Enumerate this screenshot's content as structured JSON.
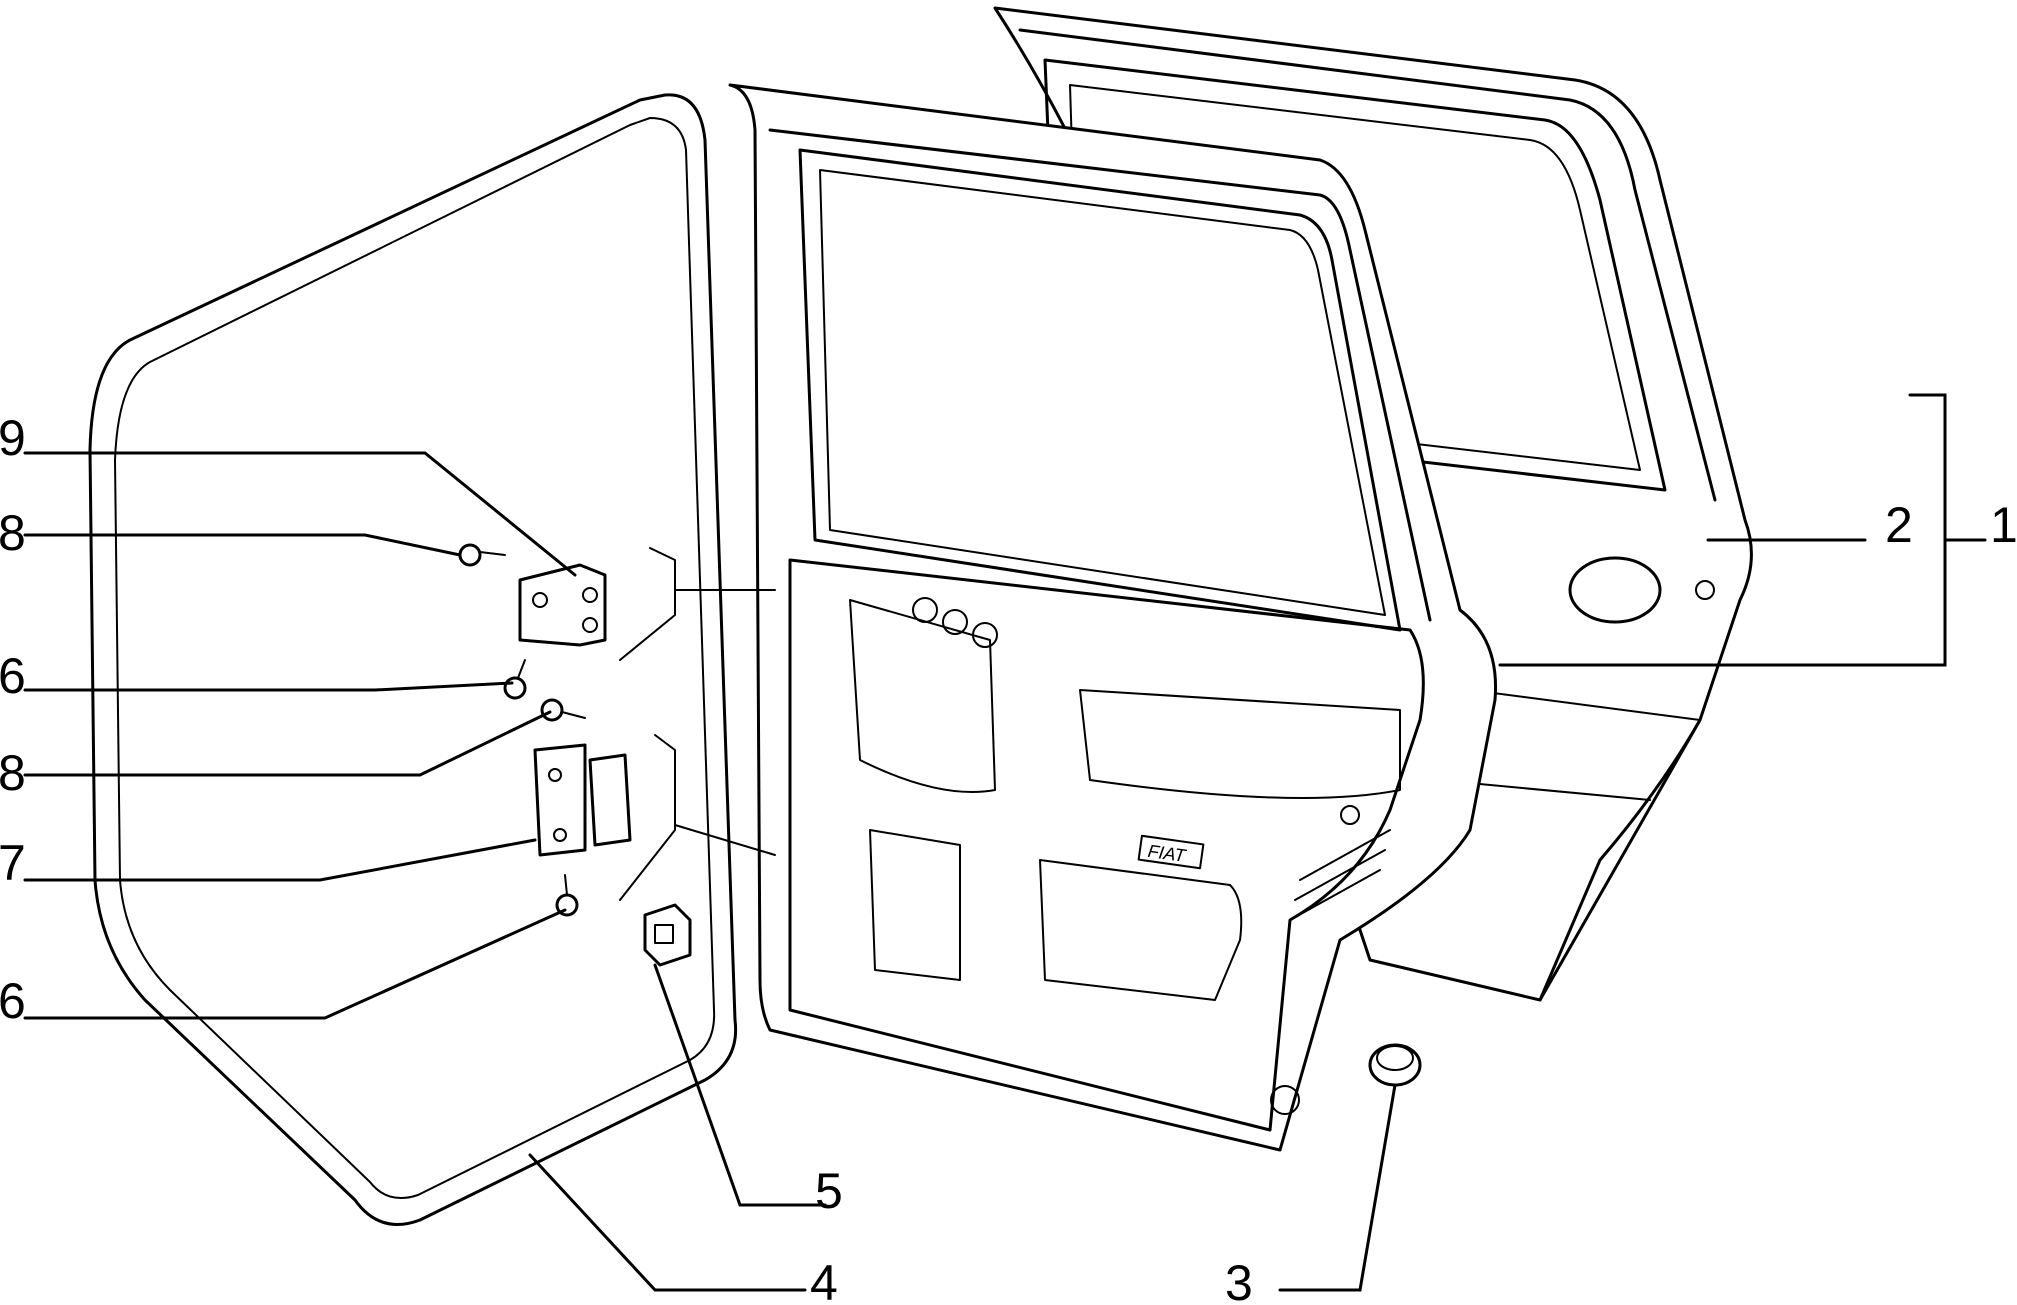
{
  "callouts": {
    "c1": "1",
    "c2": "2",
    "c3": "3",
    "c4": "4",
    "c5": "5",
    "c6a": "6",
    "c6b": "6",
    "c7": "7",
    "c8a": "8",
    "c8b": "8",
    "c9": "9"
  },
  "badge": "FIAT"
}
